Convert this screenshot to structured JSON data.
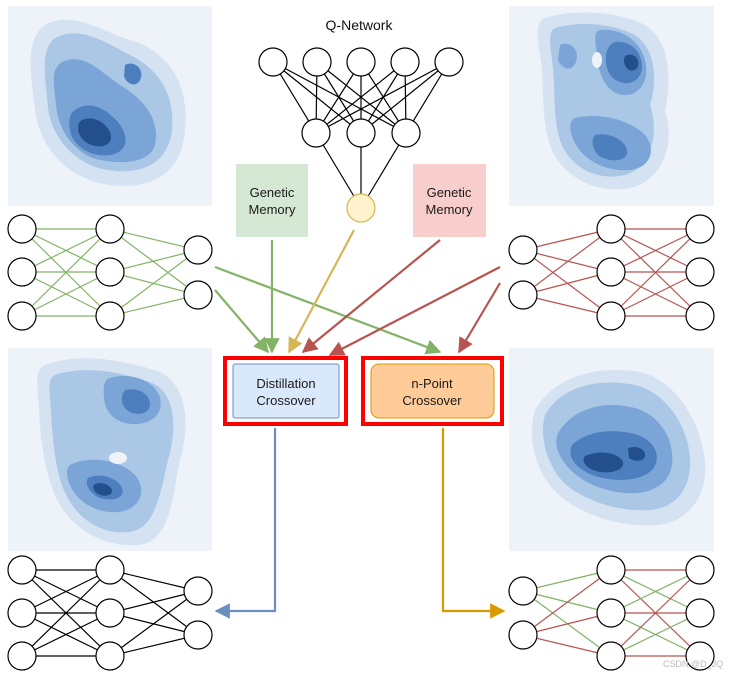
{
  "title": "Q-Network",
  "boxes": {
    "genetic_memory_left": [
      "Genetic",
      "Memory"
    ],
    "genetic_memory_right": [
      "Genetic",
      "Memory"
    ],
    "distillation": [
      "Distillation",
      "Crossover"
    ],
    "npoint": [
      "n-Point",
      "Crossover"
    ]
  },
  "watermark": "CSDN @D_JQ",
  "colors": {
    "green": "#82b366",
    "red": "#b85450",
    "yellow": "#d6b656",
    "blue": "#6c8ebf",
    "orange": "#d79b00",
    "box_green_fill": "#d5e8d4",
    "box_red_fill": "#f8cecc",
    "box_blue_fill": "#dae8fc",
    "box_orange_fill": "#ffcc99",
    "highlight": "#ff0000",
    "density_bg": "#eef3fa"
  }
}
